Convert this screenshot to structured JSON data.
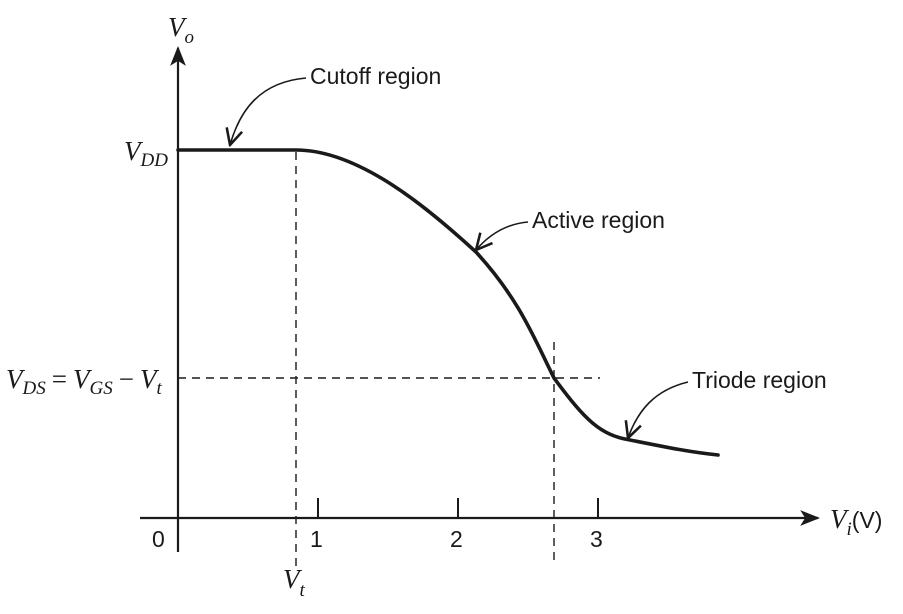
{
  "axes": {
    "y_label": "V",
    "y_label_sub": "o",
    "x_label": "V",
    "x_label_sub": "i",
    "x_label_unit": "(V)",
    "origin": "0",
    "x_ticks": [
      "1",
      "2",
      "3"
    ]
  },
  "levels": {
    "vdd": "V",
    "vdd_sub": "DD",
    "vt": "V",
    "vt_sub": "t",
    "vds_eq": {
      "v1": "V",
      "s1": "DS",
      "eq": "=",
      "v2": "V",
      "s2": "GS",
      "minus": "−",
      "v3": "V",
      "s3": "t"
    }
  },
  "annotations": {
    "cutoff": "Cutoff region",
    "active": "Active region",
    "triode": "Triode region"
  },
  "colors": {
    "ink": "#1a1a1a",
    "background": "#ffffff"
  }
}
